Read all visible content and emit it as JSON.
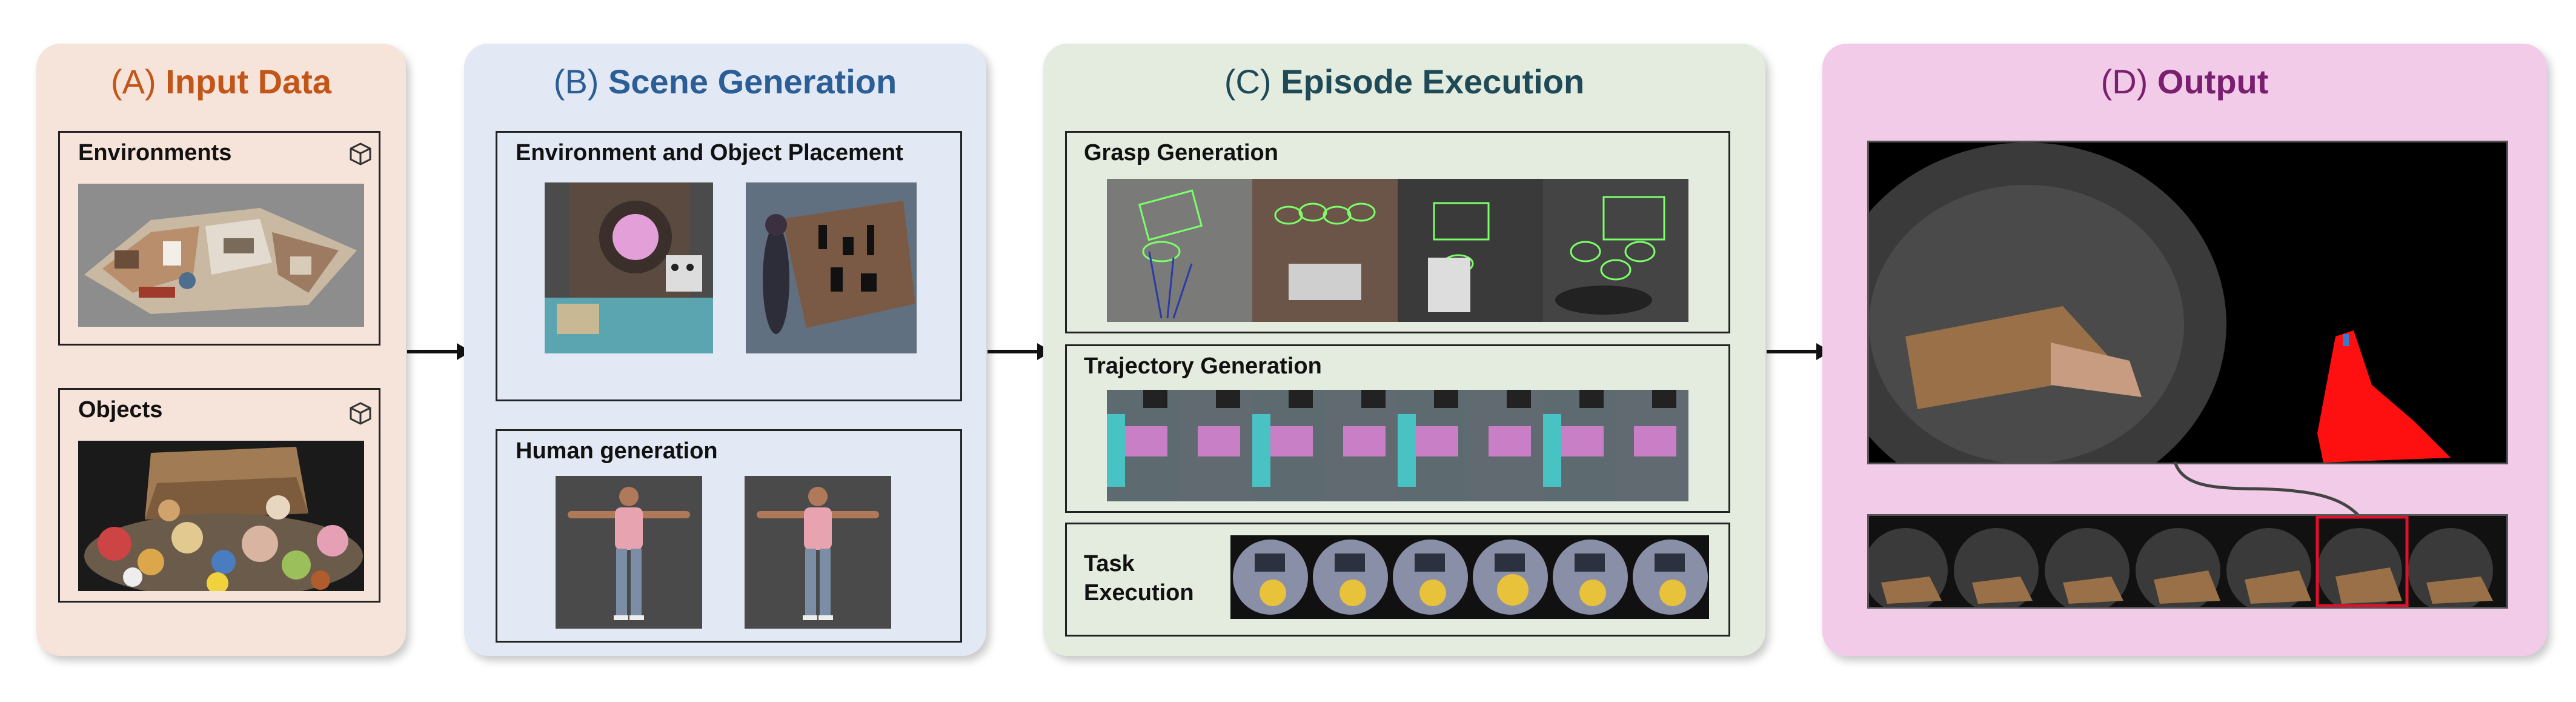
{
  "colors": {
    "panel_a_bg": "#f6e3d9",
    "panel_b_bg": "#e2e9f4",
    "panel_c_bg": "#e4ecdf",
    "panel_d_bg": "#f1cbe8",
    "title_a": "#c25518",
    "title_b": "#2b5e96",
    "title_c": "#1e4a58",
    "title_d": "#7a1f70"
  },
  "panels": {
    "a": {
      "title_prefix": "(A)",
      "title_main": "Input Data",
      "environments_label": "Environments",
      "objects_label": "Objects",
      "icon": "3d-cube-icon"
    },
    "b": {
      "title_prefix": "(B)",
      "title_main": "Scene Generation",
      "placement_label": "Environment and Object Placement",
      "human_label": "Human generation"
    },
    "c": {
      "title_prefix": "(C)",
      "title_main": "Episode Execution",
      "grasp_label": "Grasp Generation",
      "trajectory_label": "Trajectory Generation",
      "task_label_line1": "Task",
      "task_label_line2": "Execution"
    },
    "d": {
      "title_prefix": "(D)",
      "title_main": "Output"
    }
  }
}
